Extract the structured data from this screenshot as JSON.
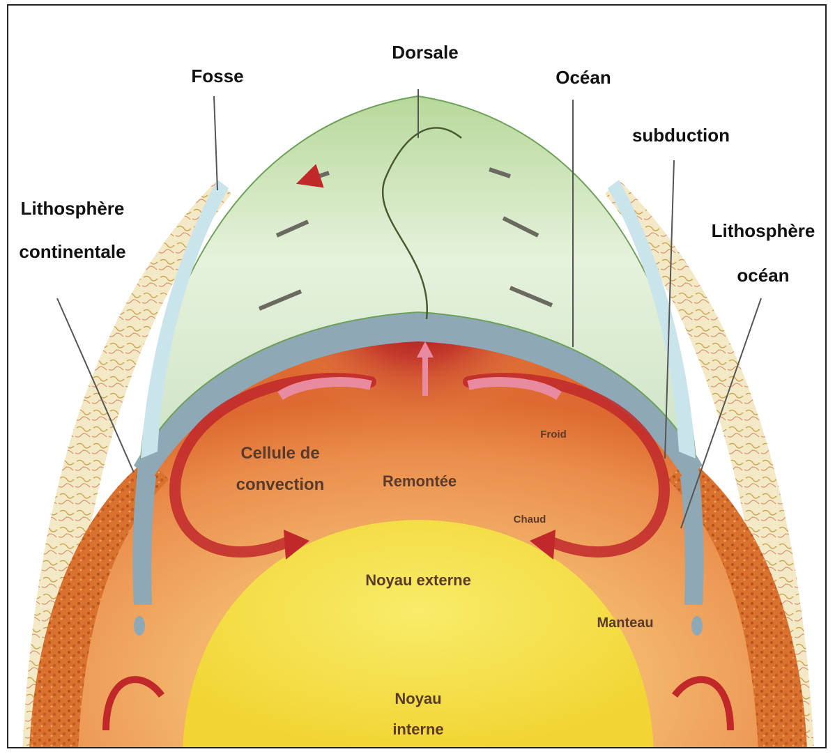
{
  "labels": {
    "dorsale": "Dorsale",
    "fosse": "Fosse",
    "ocean": "Océan",
    "subduction": "subduction",
    "litho_cont_1": "Lithosphère",
    "litho_cont_2": "continentale",
    "litho_ocean_1": "Lithosphère",
    "litho_ocean_2": "océan",
    "cellule_1": "Cellule de",
    "cellule_2": "convection",
    "remontee": "Remontée",
    "froid": "Froid",
    "chaud": "Chaud",
    "noyau_externe": "Noyau externe",
    "manteau": "Manteau",
    "noyau_interne_1": "Noyau",
    "noyau_interne_2": "interne"
  },
  "colors": {
    "ocean_surface": "#cfe6b8",
    "ocean_edge": "#7fb56a",
    "lithosphere_band": "#8fa9b8",
    "continent": "#f2e6c0",
    "mantle_outer": "#e9874a",
    "mantle_inner": "#f3b46a",
    "hot_plume": "#b8202a",
    "outer_core": "#f2e04a",
    "arrow_red": "#c0282a",
    "arrow_pink": "#e88aa0"
  }
}
